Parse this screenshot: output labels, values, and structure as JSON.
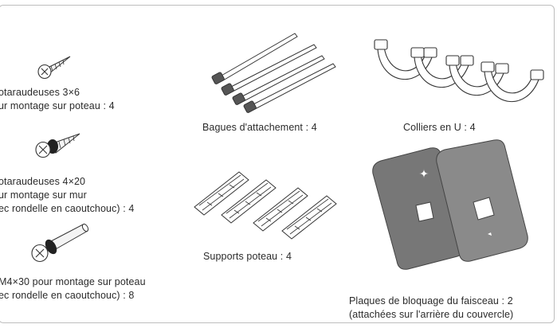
{
  "items": {
    "screw_3x6": {
      "line1": "otaraudeuses 3×6",
      "line2": "ur montage sur poteau : 4"
    },
    "screw_4x20": {
      "line1": "otaraudeuses 4×20",
      "line2": "ur montage sur mur",
      "line3": "ec rondelle en caoutchouc) : 4"
    },
    "bolt_m4x30": {
      "line1": "M4×30 pour montage sur poteau",
      "line2": "ec rondelle en caoutchouc) : 8"
    },
    "cable_ties": {
      "label": "Bagues d'attachement : 4"
    },
    "pole_supports": {
      "label": "Supports poteau : 4"
    },
    "u_clamps": {
      "label": "Colliers en U : 4"
    },
    "lock_plates": {
      "line1": "Plaques de bloquage du faisceau : 2",
      "line2": "(attachées sur l'arrière du couvercle)"
    }
  }
}
